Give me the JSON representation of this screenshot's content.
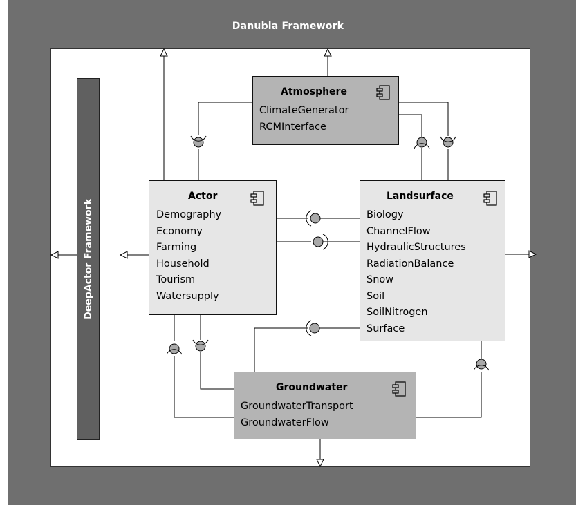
{
  "frame": {
    "title": "Danubia Framework"
  },
  "deep_actor": {
    "title": "DeepActor Framework"
  },
  "components": {
    "atmosphere": {
      "title": "Atmosphere",
      "items": [
        "ClimateGenerator",
        "RCMInterface"
      ]
    },
    "actor": {
      "title": "Actor",
      "items": [
        "Demography",
        "Economy",
        "Farming",
        "Household",
        "Tourism",
        "Watersupply"
      ]
    },
    "landsurface": {
      "title": "Landsurface",
      "items": [
        "Biology",
        "ChannelFlow",
        "HydraulicStructures",
        "RadiationBalance",
        "Snow",
        "Soil",
        "SoilNitrogen",
        "Surface"
      ]
    },
    "groundwater": {
      "title": "Groundwater",
      "items": [
        "GroundwaterTransport",
        "GroundwaterFlow"
      ]
    }
  },
  "colors": {
    "frame": "#6f6f6f",
    "canvas": "#ffffff",
    "light_box": "#e6e6e6",
    "dark_box": "#b4b4b4",
    "deep_box": "#606060",
    "ball": "#a9a9a9"
  }
}
